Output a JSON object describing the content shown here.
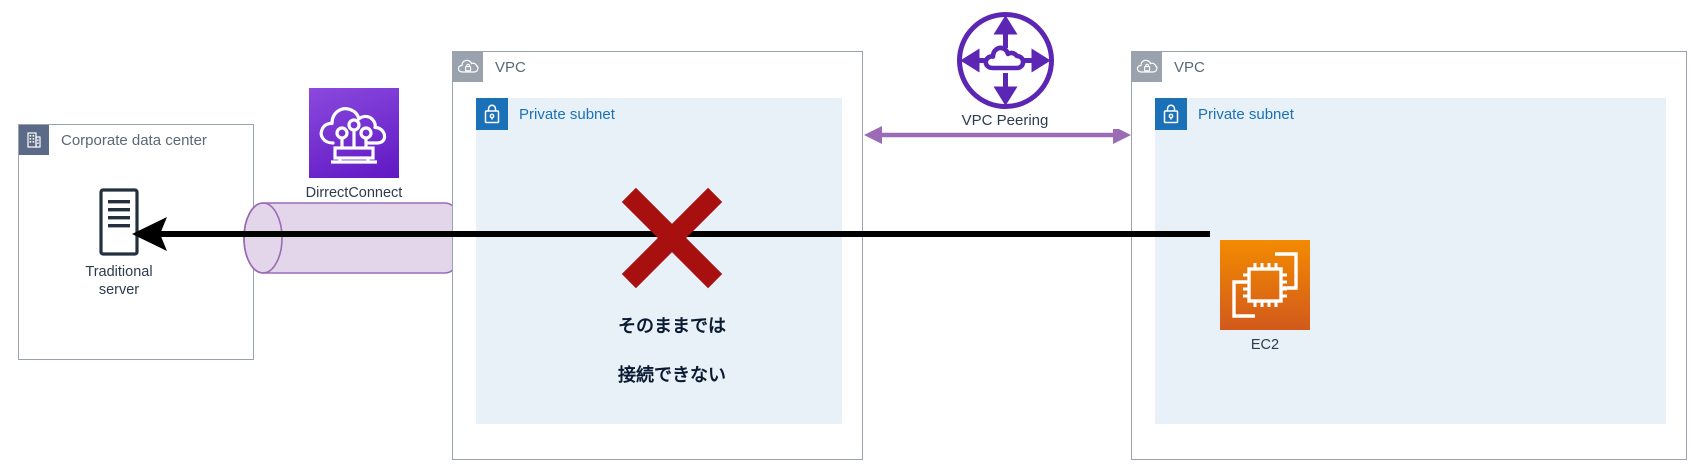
{
  "diagram": {
    "title": "AWS VPC peering / Direct Connect connectivity limitation",
    "colors": {
      "group_border": "#9aa3ad",
      "vpc_header": "#9aa3ad",
      "dc_header": "#5b6a86",
      "subnet_fill": "#e8f1f8",
      "subnet_accent": "#1a71b8",
      "peering_purple": "#5c26b5",
      "peering_arrow": "#9b6bb5",
      "dx_tile_from": "#8b49dd",
      "dx_tile_to": "#6018c4",
      "ec2_tile_from": "#f38b00",
      "ec2_tile_to": "#d2591c",
      "pipe_fill": "#e3d5ea",
      "pipe_stroke": "#9b6bb5",
      "cross_red": "#a80f0f",
      "line_black": "#000000",
      "server_outline": "#23313f"
    },
    "corporate_dc": {
      "label": "Corporate data center",
      "icon": "building-icon",
      "server": {
        "icon": "server-icon",
        "caption": "Traditional\nserver"
      }
    },
    "direct_connect": {
      "label": "DirrectConnect",
      "icon": "direct-connect-icon",
      "link_shape": "cylinder"
    },
    "vpc_left": {
      "label": "VPC",
      "icon": "vpc-cloud-lock-icon",
      "subnet": {
        "label": "Private subnet",
        "icon": "lock-icon"
      },
      "blocked": {
        "marker": "red-x-icon",
        "note_line1": "そのままでは",
        "note_line2": "接続できない"
      }
    },
    "vpc_right": {
      "label": "VPC",
      "icon": "vpc-cloud-lock-icon",
      "subnet": {
        "label": "Private subnet",
        "icon": "lock-icon"
      },
      "ec2": {
        "icon": "ec2-chip-icon",
        "caption": "EC2"
      }
    },
    "peering": {
      "label": "VPC Peering",
      "icon": "vpc-peering-icon",
      "connector": "double-headed-arrow"
    }
  }
}
